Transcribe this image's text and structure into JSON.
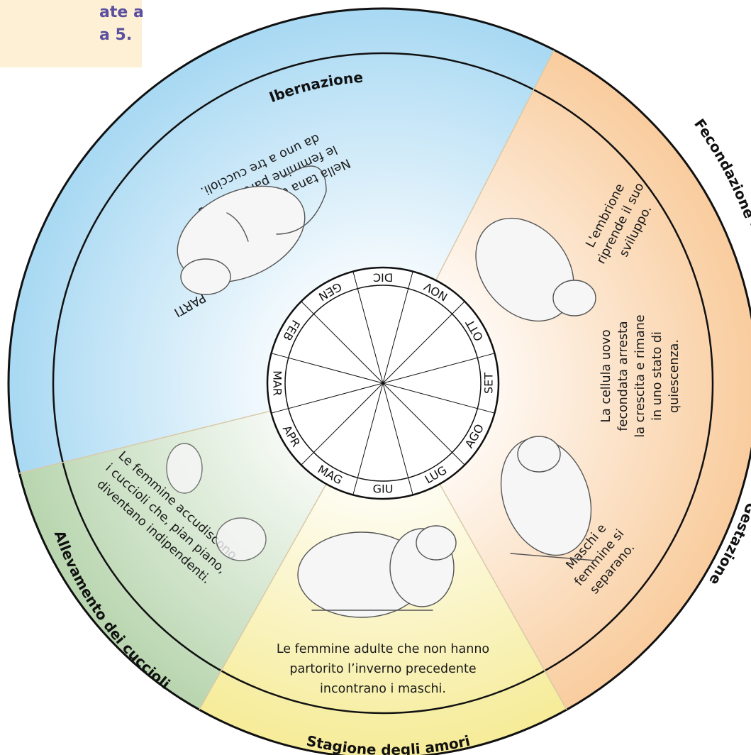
{
  "corner_note": [
    "ate a",
    "a 5."
  ],
  "sectors": {
    "ibernazione": {
      "title": "Ibernazione",
      "color": "#bfe3f6",
      "description": [
        "Nella tana di svernamento",
        "le femmine partoriscono",
        "da uno a tre cuccioli."
      ],
      "label": "PARTI"
    },
    "fecondazione": {
      "title": "Fecondazione - Embrione in stato di quiescenza - Gestazione",
      "color": "#fbd8b4",
      "description_embryo": [
        "L'embrione",
        "riprende il suo",
        "sviluppo."
      ],
      "description_egg": [
        "La cellula uovo",
        "fecondata arresta",
        "la crescita e rimane",
        "in uno stato di",
        "quiescenza."
      ],
      "description_separate": [
        "Maschi e",
        "femmine si",
        "separano."
      ]
    },
    "stagione": {
      "title": "Stagione degli amori",
      "color": "#faf2b8",
      "description": [
        "Le femmine adulte che non hanno",
        "partorito l’inverno precedente",
        "incontrano i maschi."
      ]
    },
    "allevamento": {
      "title": "Allevamento dei cuccioli",
      "color": "#cfe2c8",
      "description": [
        "Le femmine accudiscono",
        "i cuccioli che, pian piano,",
        "diventano indipendenti."
      ]
    }
  },
  "months": [
    "GEN",
    "FEB",
    "MAR",
    "APR",
    "MAG",
    "GIU",
    "LUG",
    "AGO",
    "SET",
    "OTT",
    "NOV",
    "DIC"
  ]
}
